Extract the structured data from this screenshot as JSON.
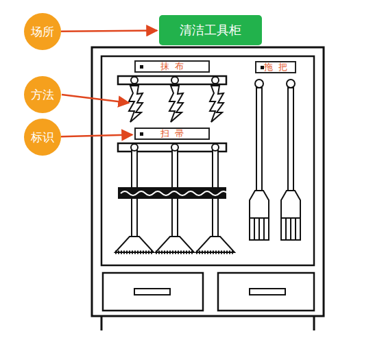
{
  "diagram": {
    "nodes": [
      {
        "text": [
          "场所"
        ]
      },
      {
        "text": [
          "清洁工具柜"
        ]
      },
      {
        "text": [
          "抹布"
        ]
      },
      {
        "text": [
          "拖把"
        ]
      },
      {
        "text": [
          "方法"
        ]
      },
      {
        "text": [
          "标识"
        ]
      },
      {
        "text": [
          "扫帚"
        ]
      }
    ],
    "edges": [
      {
        "from": 0,
        "to": 1,
        "arrow": "to"
      },
      {
        "from": 5,
        "to": 6,
        "arrow": "to"
      }
    ]
  }
}
